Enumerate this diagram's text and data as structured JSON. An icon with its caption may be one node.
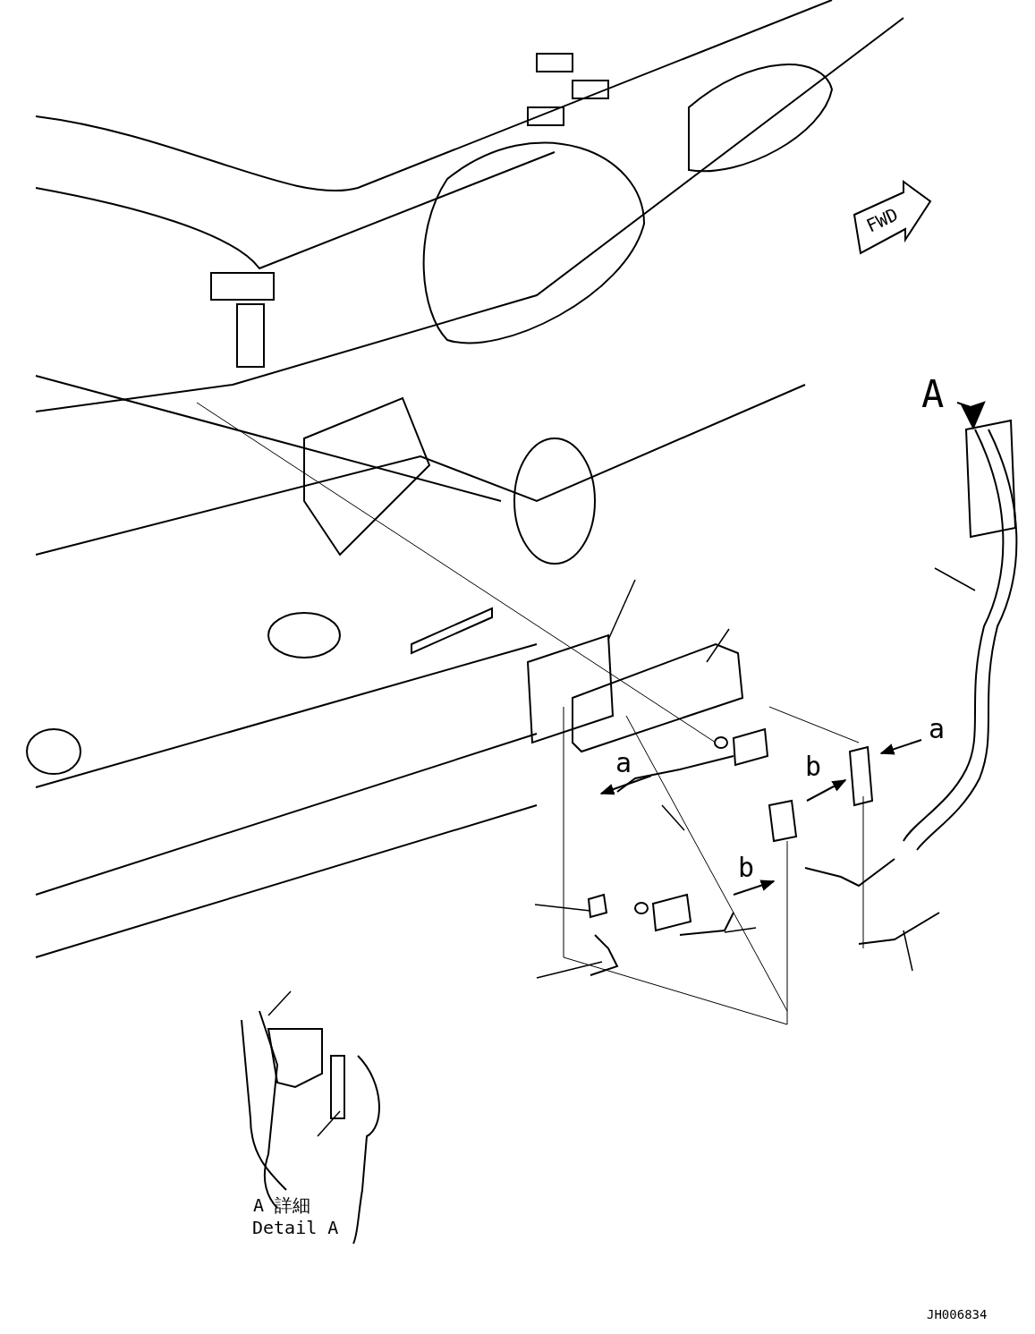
{
  "diagram": {
    "labels": [
      "FWD",
      "A",
      "a",
      "a",
      "b",
      "b",
      "A 詳細",
      "Detail A",
      "JH006834"
    ]
  }
}
